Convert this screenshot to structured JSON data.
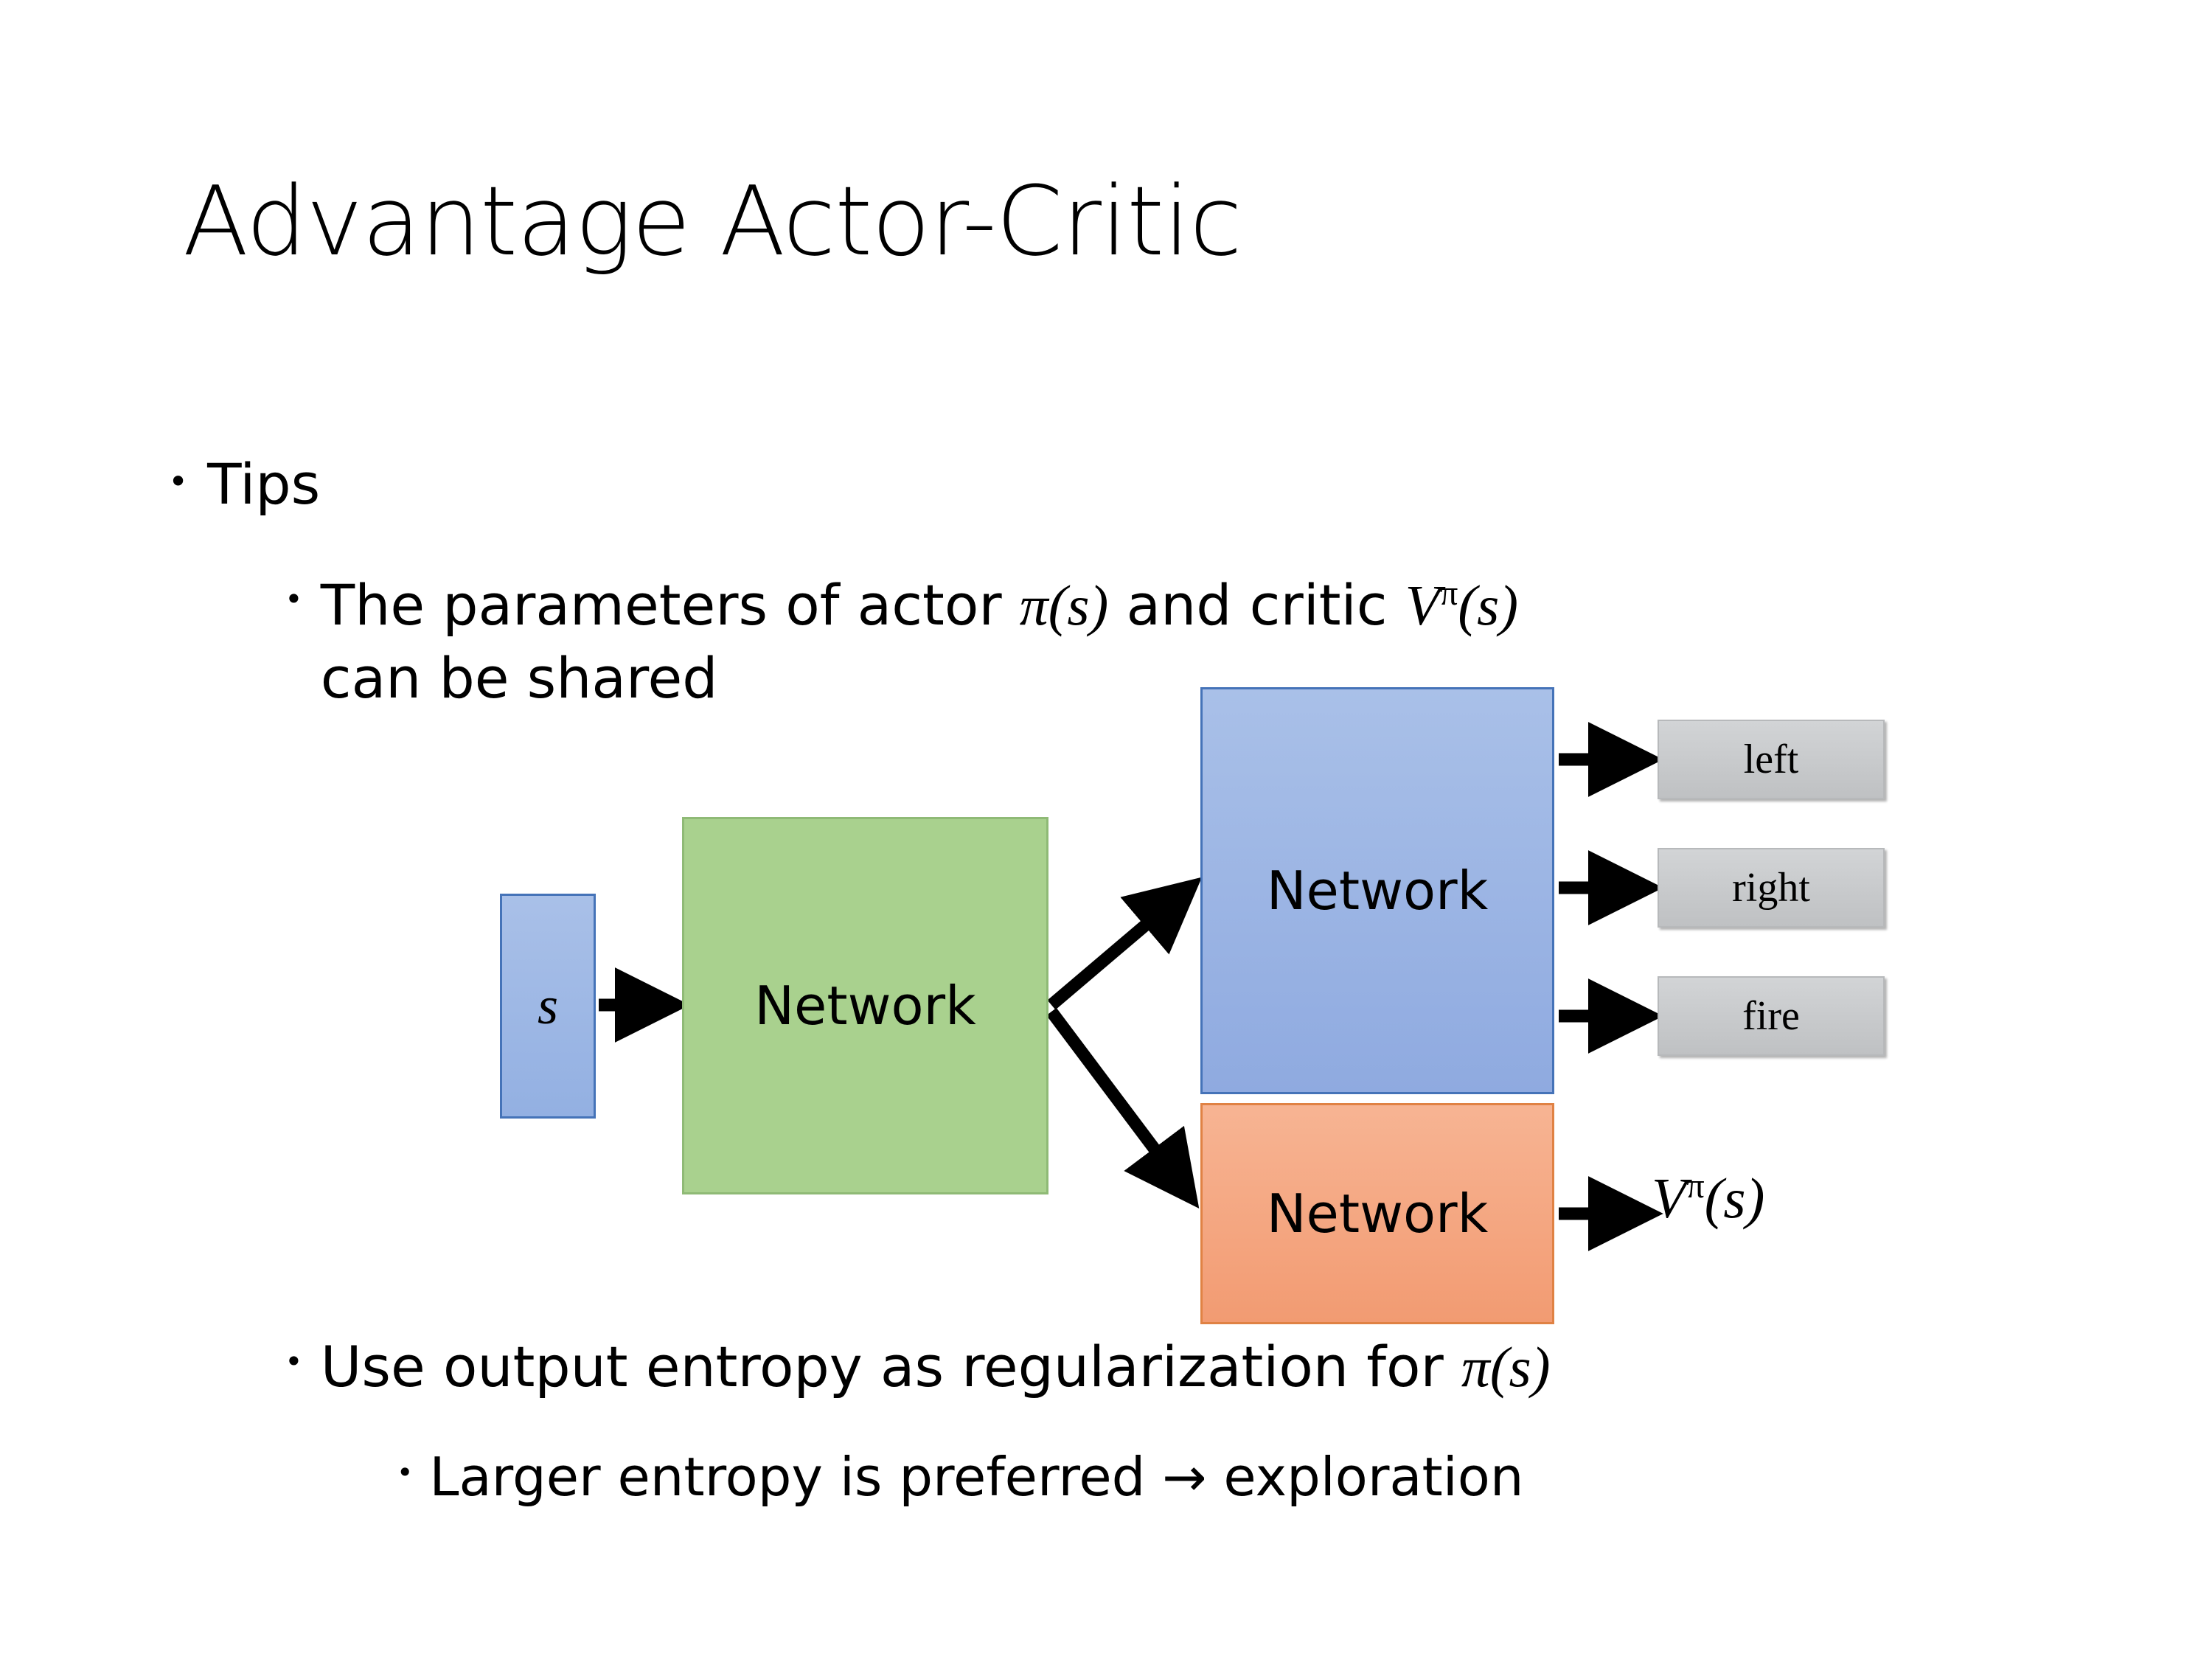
{
  "slide": {
    "title": "Advantage Actor-Critic",
    "background_color": "#ffffff",
    "text_color": "#000000"
  },
  "bullets": {
    "tips": {
      "marker": "•",
      "text": "Tips"
    },
    "shared": {
      "marker": "•",
      "text_before_math": "The parameters of actor ",
      "math_actor": "π(s)",
      "text_middle": "  and critic ",
      "math_critic_base": "V",
      "math_critic_sup": "π",
      "math_critic_arg": "(s)",
      "line2": "can be shared"
    },
    "entropy": {
      "marker": "•",
      "text_before_math": "Use output entropy as regularization for ",
      "math_policy": "π(s)"
    },
    "larger": {
      "marker": "•",
      "text": "Larger entropy is preferred → exploration"
    }
  },
  "diagram": {
    "state_box": {
      "label": "s",
      "fill": "#93b0e2",
      "border": "#4573b8"
    },
    "shared_network": {
      "label": "Network",
      "fill": "#a9d18e",
      "border": "#8fba76"
    },
    "actor_network": {
      "label": "Network",
      "fill": "#8faae0",
      "border": "#4573b8"
    },
    "critic_network": {
      "label": "Network",
      "fill": "#f29b72",
      "border": "#e08244"
    },
    "actions": [
      {
        "label": "left",
        "fill": "#c7c9cb"
      },
      {
        "label": "right",
        "fill": "#c7c9cb"
      },
      {
        "label": "fire",
        "fill": "#c7c9cb"
      }
    ],
    "critic_output": {
      "base": "V",
      "sup": "π",
      "arg": "(s)"
    },
    "arrow_color": "#000000"
  }
}
